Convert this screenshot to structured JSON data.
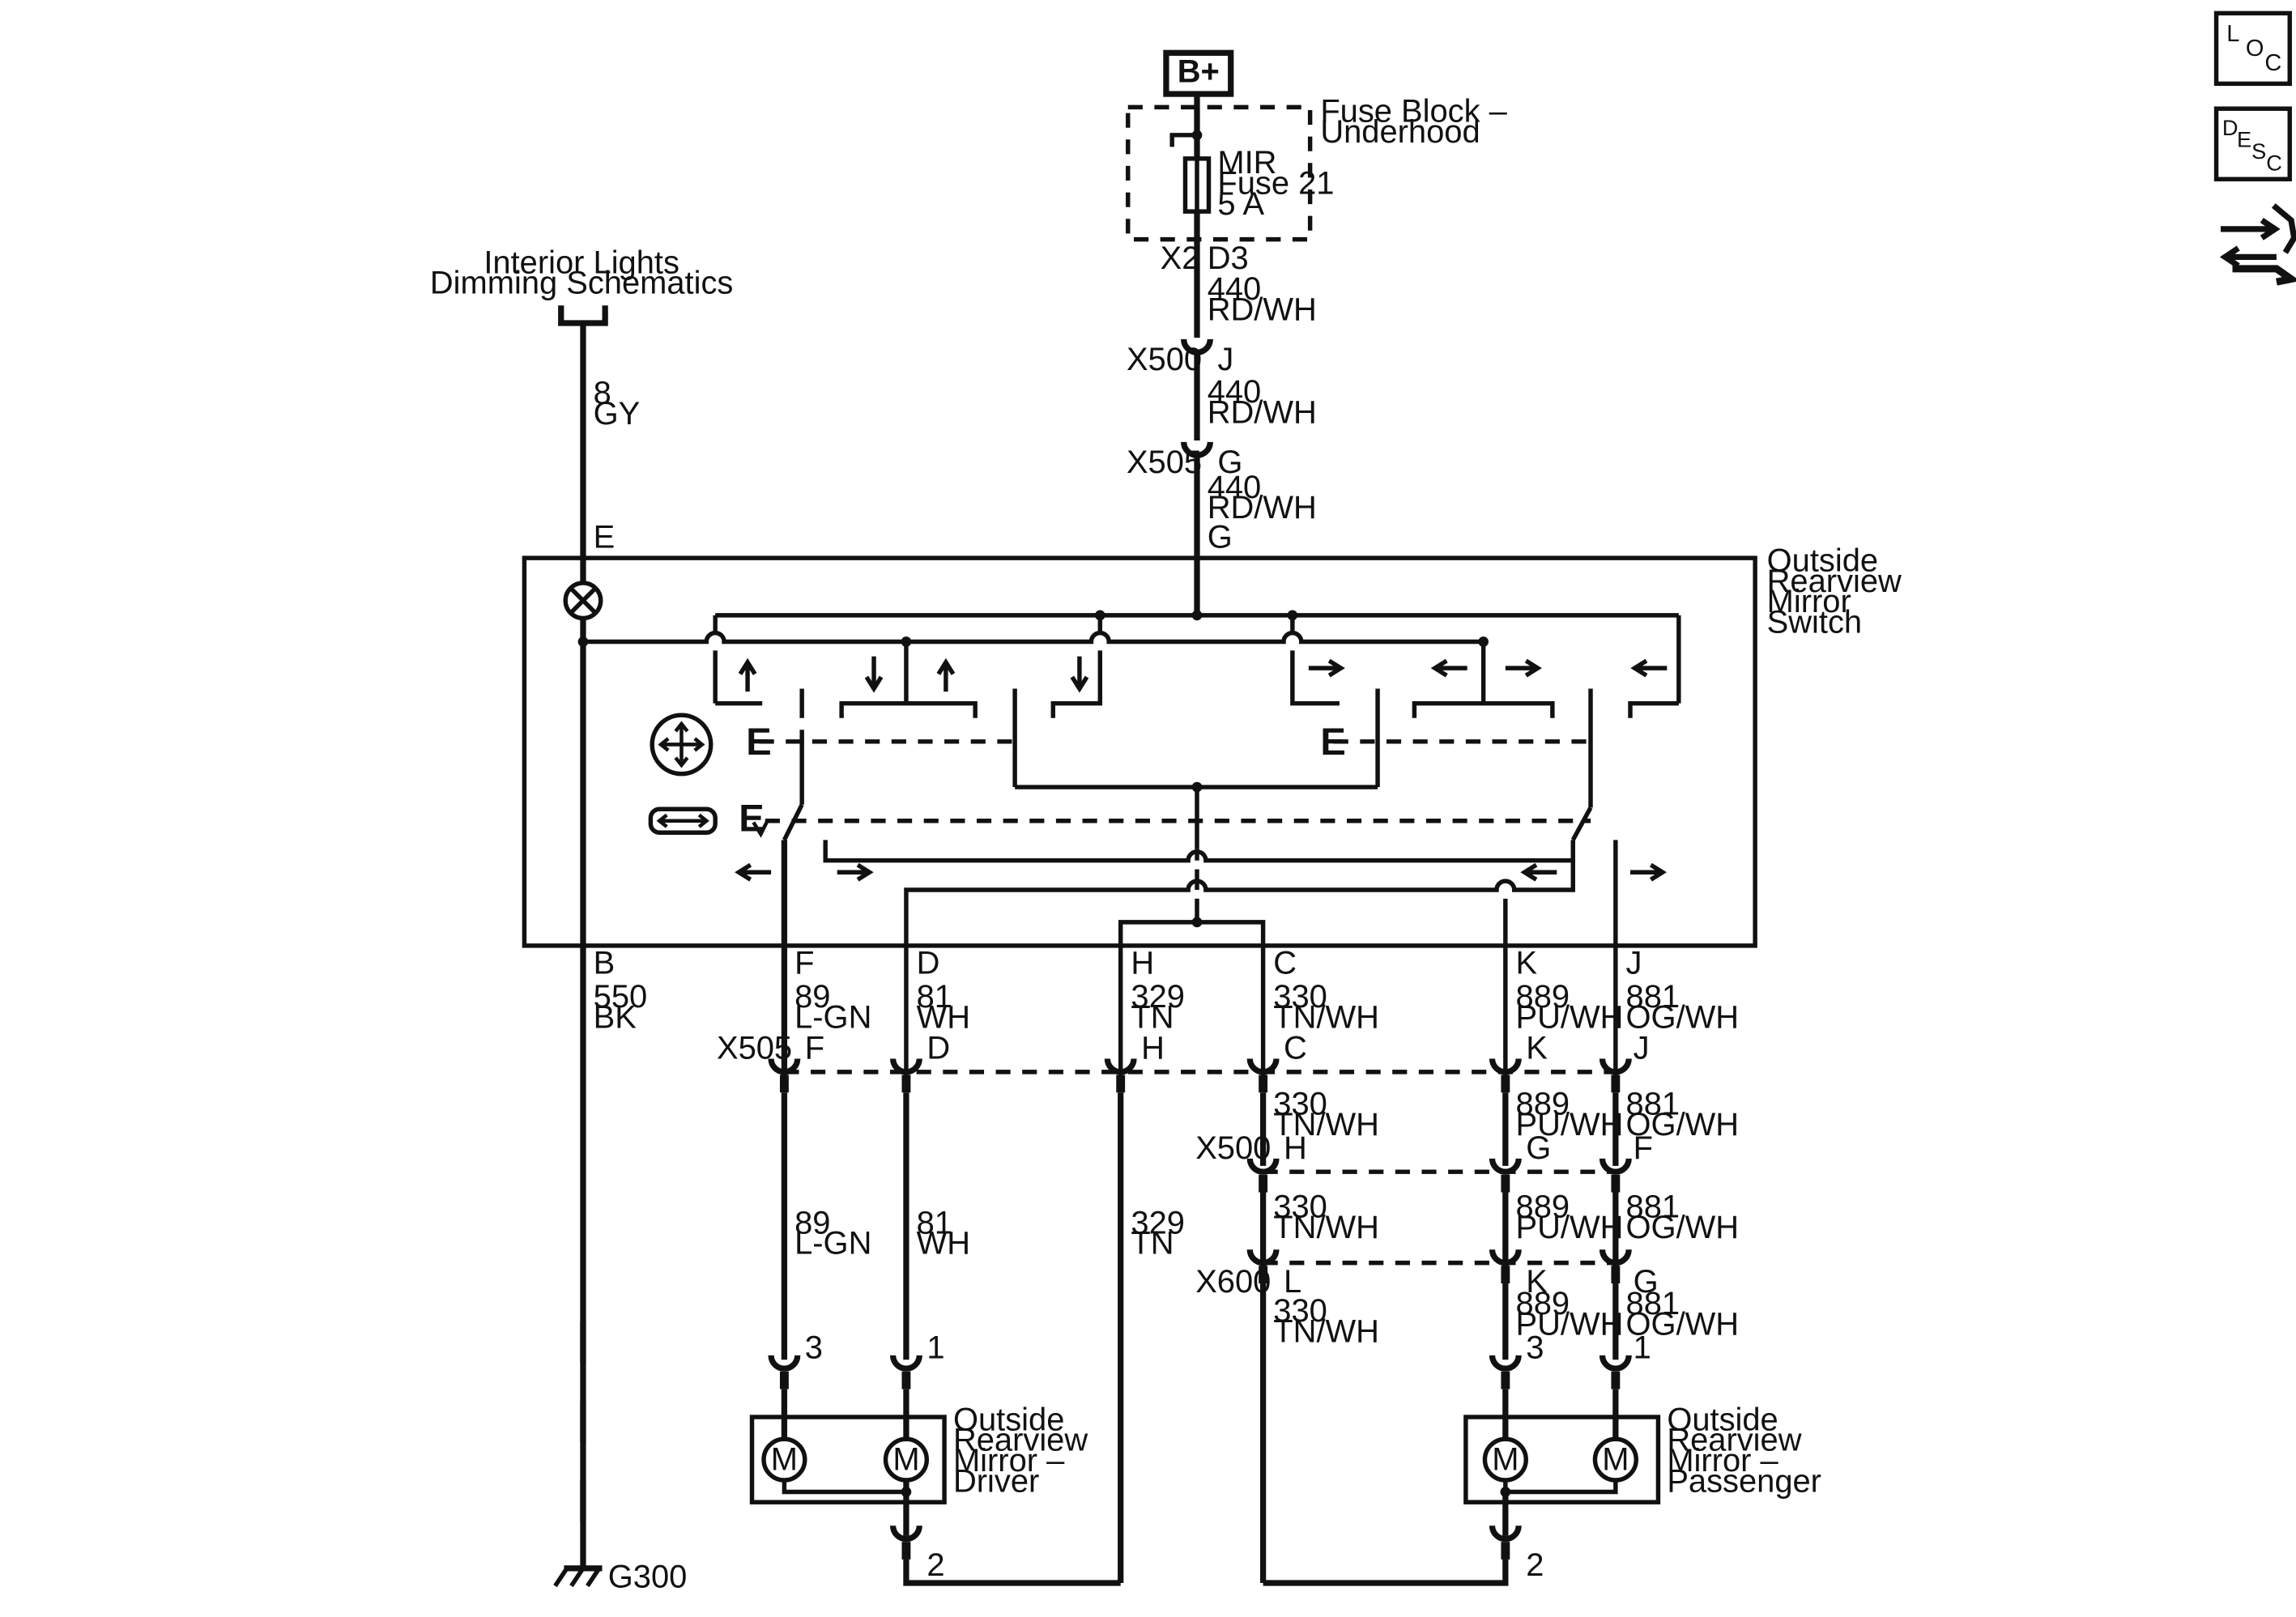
{
  "power": {
    "source": "B+"
  },
  "fuse_block": {
    "name": "Fuse Block –\nUnderhood",
    "fuse": "MIR\nFuse 21\n5 A",
    "pin_x": "X2",
    "pin_d": "D3"
  },
  "interior": {
    "title": "Interior Lights\nDimming Schematics",
    "wire": "8\nGY",
    "pin": "E"
  },
  "feed": {
    "wire1": "440\nRD/WH",
    "x500": "X500",
    "x500_pin": "J",
    "wire2": "440\nRD/WH",
    "x505": "X505",
    "x505_pin": "G",
    "wire3": "440\nRD/WH",
    "switch_pin": "G"
  },
  "switch": {
    "name": "Outside\nRearview\nMirror\nSwitch",
    "sel_e": "E"
  },
  "bottom_pins": {
    "b": "B",
    "f": "F",
    "d": "D",
    "h": "H",
    "c": "C",
    "k": "K",
    "j": "J"
  },
  "wires_top": {
    "b": "550\nBK",
    "f": "89\nL-GN",
    "d": "81\nWH",
    "h": "329\nTN",
    "c": "330\nTN/WH",
    "k": "889\nPU/WH",
    "j": "881\nOG/WH"
  },
  "x505_row": {
    "name": "X505",
    "f": "F",
    "d": "D",
    "h": "H",
    "c": "C",
    "k": "K",
    "j": "J"
  },
  "x500_row": {
    "c_wire": "330\nTN/WH",
    "k_wire": "889\nPU/WH",
    "j_wire": "881\nOG/WH",
    "name": "X500",
    "c": "H",
    "k": "G",
    "j": "F"
  },
  "mid_wires": {
    "f": "89\nL-GN",
    "d": "81\nWH",
    "h": "329\nTN",
    "c": "330\nTN/WH",
    "k": "889\nPU/WH",
    "j": "881\nOG/WH"
  },
  "x600_row": {
    "name": "X600",
    "c": "L",
    "k": "K",
    "j": "G",
    "c_wire": "330\nTN/WH",
    "k_wire": "889\nPU/WH",
    "j_wire": "881\nOG/WH"
  },
  "driver": {
    "pin_3": "3",
    "pin_1": "1",
    "pin_2": "2",
    "name": "Outside\nRearview\nMirror –\nDriver",
    "motor": "M"
  },
  "passenger": {
    "pin_3": "3",
    "pin_1": "1",
    "pin_2": "2",
    "name": "Outside\nRearview\nMirror –\nPassenger",
    "motor": "M"
  },
  "ground": {
    "name": "G300"
  },
  "side_icons": {
    "loc": [
      "L",
      "O",
      "C"
    ],
    "desc": [
      "D",
      "E",
      "S",
      "C"
    ],
    "icon": "wrench-arrows-icon"
  }
}
